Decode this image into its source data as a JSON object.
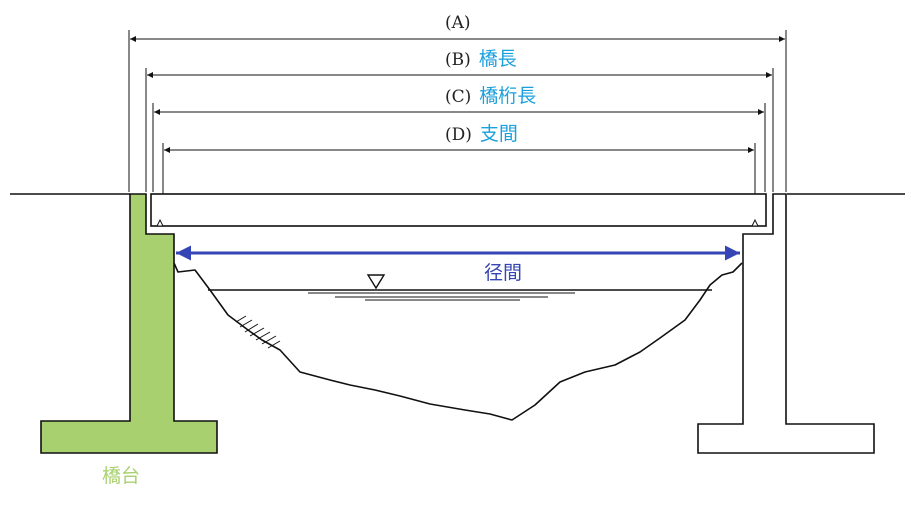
{
  "dimensions": {
    "a": {
      "code": "(A)",
      "term": ""
    },
    "b": {
      "code": "(B)",
      "term": "橋長"
    },
    "c": {
      "code": "(C)",
      "term": "橋桁長"
    },
    "d": {
      "code": "(D)",
      "term": "支間"
    }
  },
  "clear_span_label": "径間",
  "abutment_label": "橋台",
  "colors": {
    "term_blue": "#1aa0dc",
    "span_blue": "#3545b5",
    "abutment_green": "#a9d06f",
    "line": "#111111"
  }
}
